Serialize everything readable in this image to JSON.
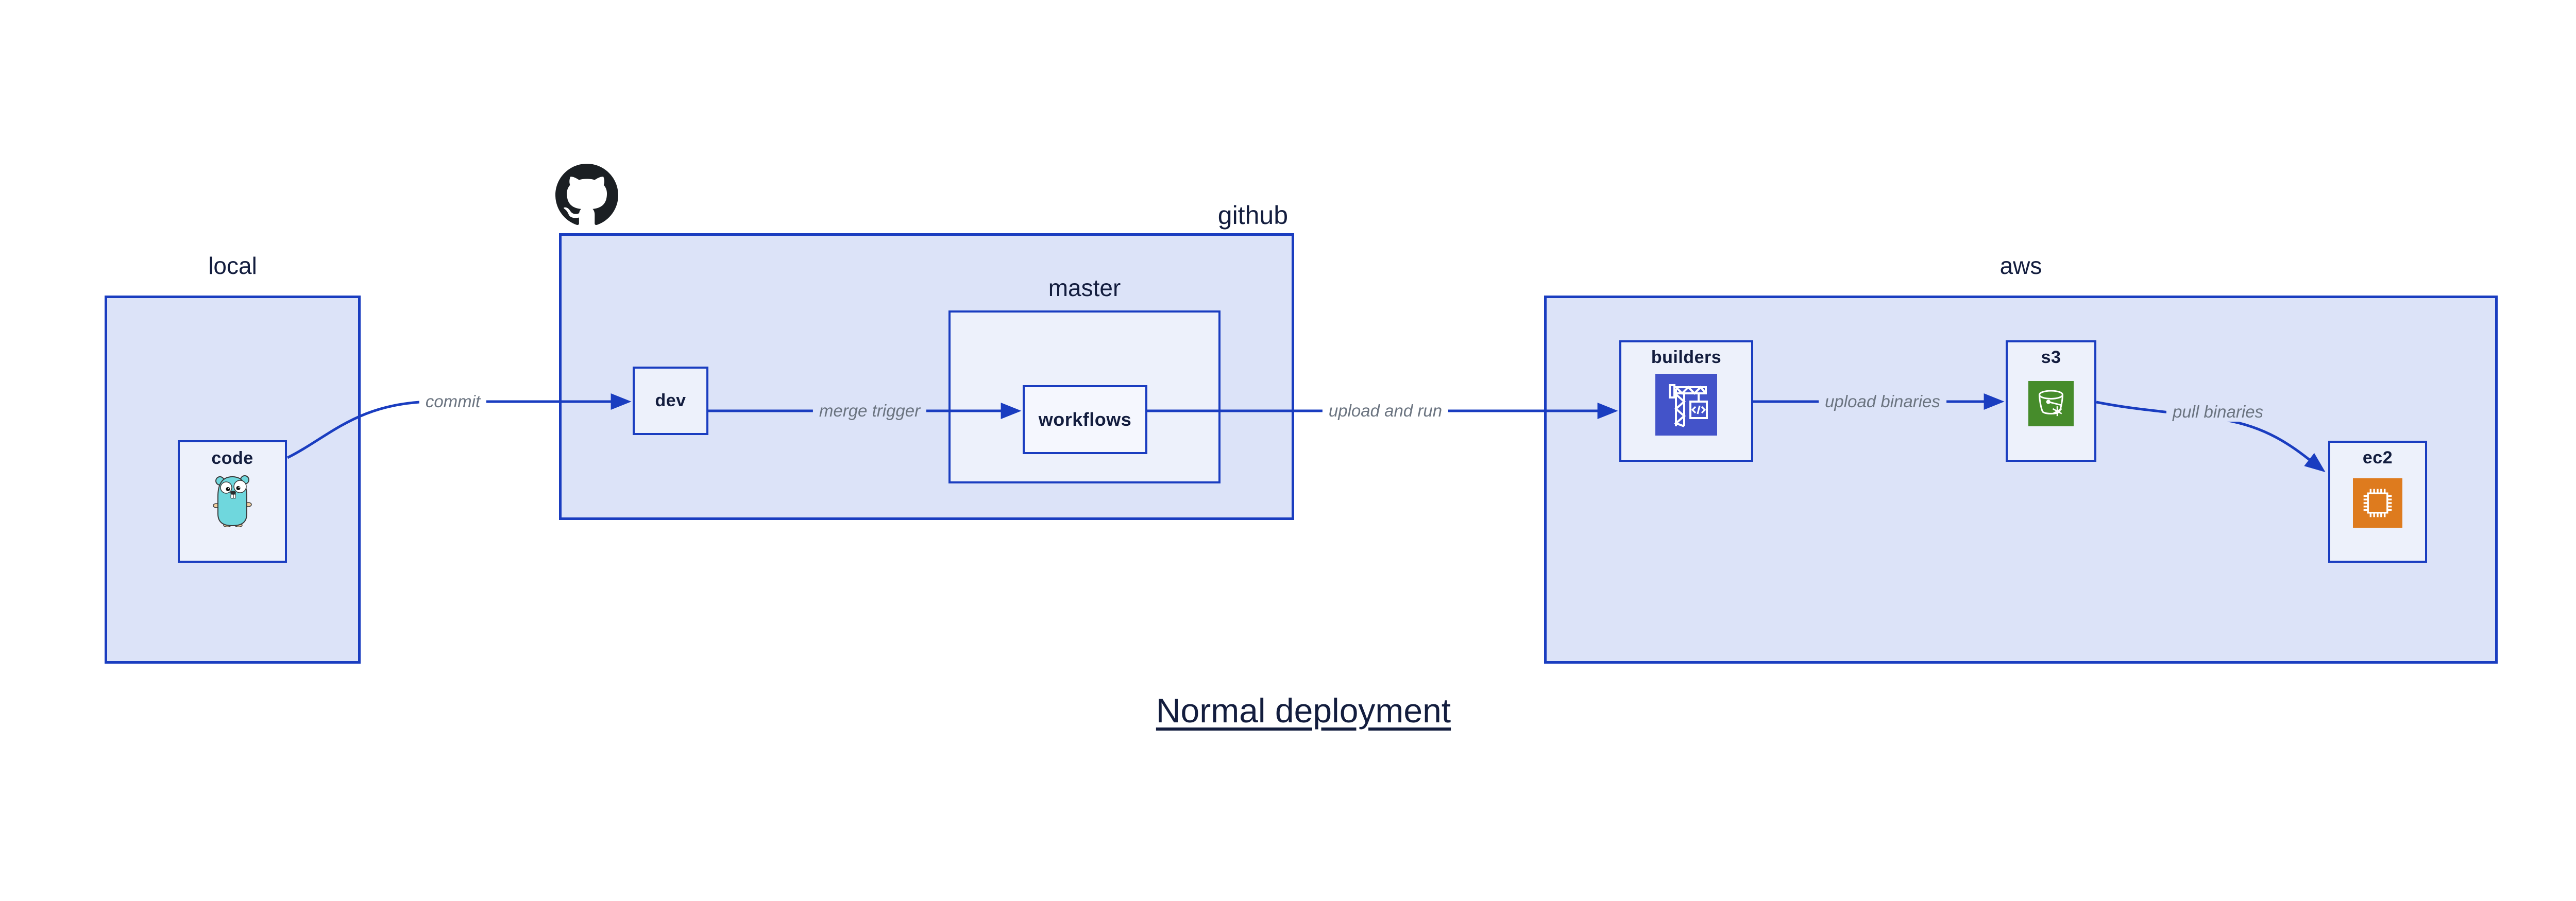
{
  "diagram": {
    "title": "Normal deployment",
    "groups": [
      {
        "id": "local",
        "label": "local"
      },
      {
        "id": "github",
        "label": "github",
        "logo_icon": "github-octocat-icon"
      },
      {
        "id": "aws",
        "label": "aws"
      }
    ],
    "master_label": "master",
    "nodes": [
      {
        "id": "code",
        "label": "code",
        "group": "local",
        "icon": "go-gopher-icon"
      },
      {
        "id": "dev",
        "label": "dev",
        "group": "github"
      },
      {
        "id": "workflows",
        "label": "workflows",
        "group": "github master"
      },
      {
        "id": "builders",
        "label": "builders",
        "group": "aws",
        "icon": "codebuild-crane-icon"
      },
      {
        "id": "s3",
        "label": "s3",
        "group": "aws",
        "icon": "s3-bucket-icon"
      },
      {
        "id": "ec2",
        "label": "ec2",
        "group": "aws",
        "icon": "ec2-chip-icon"
      }
    ],
    "edges": [
      {
        "from": "code",
        "to": "dev",
        "label": "commit"
      },
      {
        "from": "dev",
        "to": "workflows",
        "label": "merge trigger"
      },
      {
        "from": "workflows",
        "to": "builders",
        "label": "upload and run"
      },
      {
        "from": "builders",
        "to": "s3",
        "label": "upload binaries"
      },
      {
        "from": "s3",
        "to": "ec2",
        "label": "pull binaries"
      }
    ],
    "colors": {
      "background": "#ffffff",
      "container_fill": "#dce3f8",
      "inner_fill": "#edf1fb",
      "workflows_fill": "#f5f7fe",
      "outline_blue": "#1a3dc0",
      "text_navy": "#131d3e",
      "edge_label_gray": "#6b7480",
      "codebuild_indigo": "#4353c9",
      "s3_green": "#468c2b",
      "ec2_orange": "#de7b1e",
      "octocat_black": "#1b1f23",
      "gopher_teal": "#6fd7dd"
    }
  }
}
